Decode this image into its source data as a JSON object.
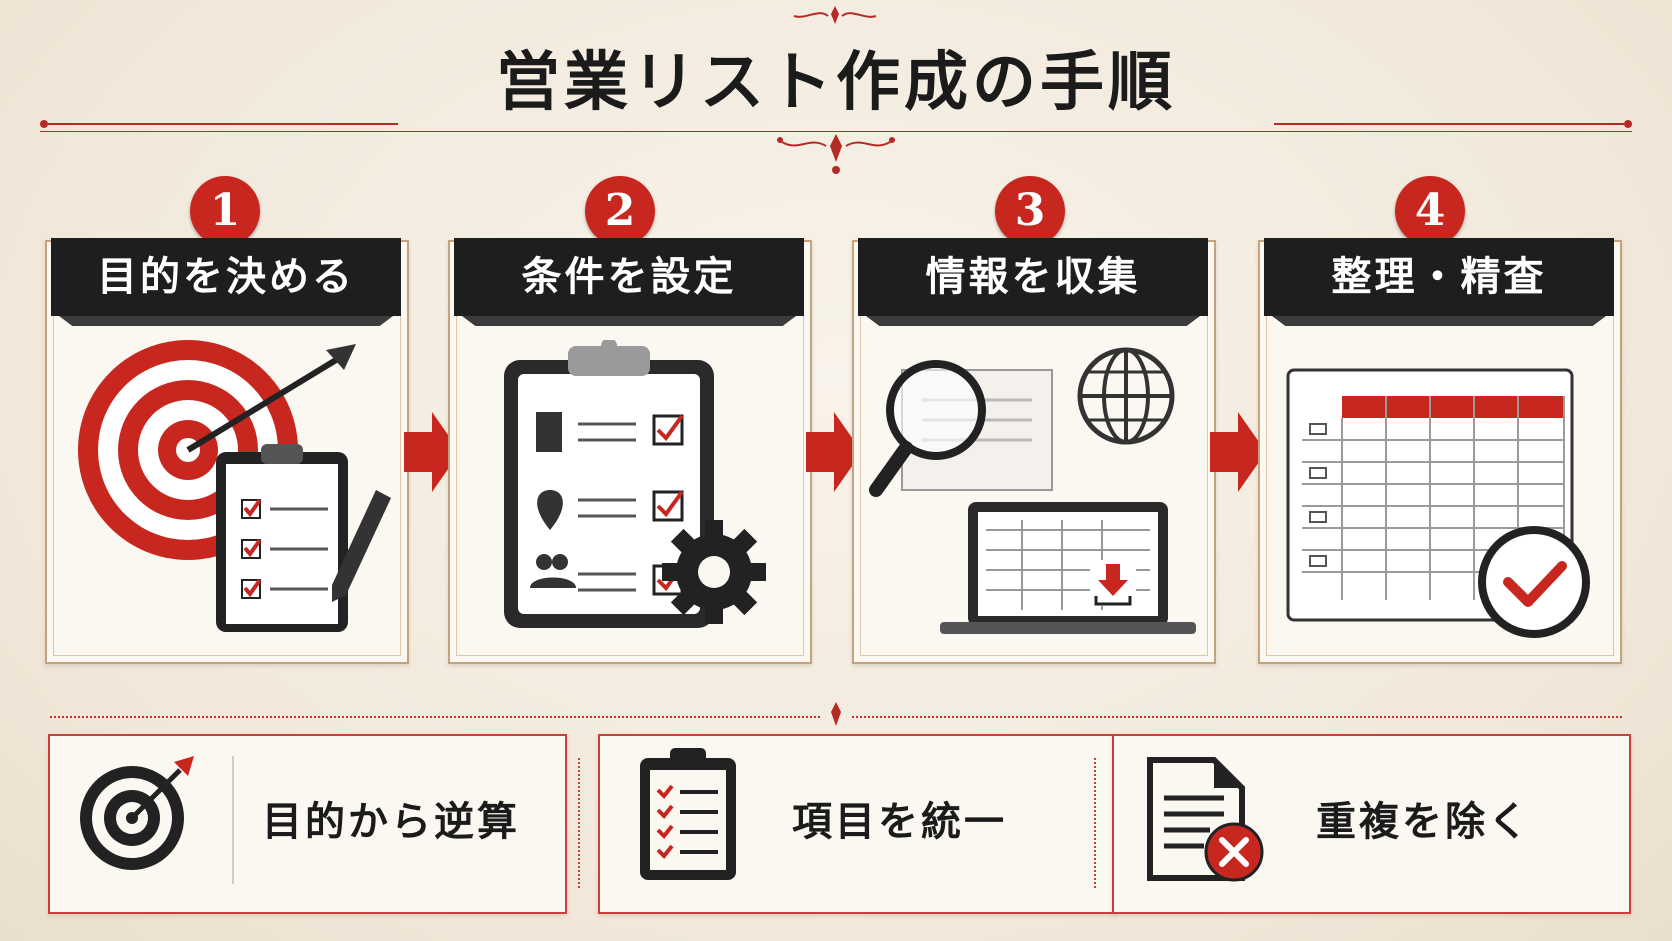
{
  "title": "営業リスト作成の手順",
  "steps": [
    {
      "number": "1",
      "label": "目的を決める",
      "icon": "target-with-checklist-icon"
    },
    {
      "number": "2",
      "label": "条件を設定",
      "icon": "clipboard-settings-icon"
    },
    {
      "number": "3",
      "label": "情報を収集",
      "icon": "search-web-download-icon"
    },
    {
      "number": "4",
      "label": "整理・精査",
      "icon": "spreadsheet-check-icon"
    }
  ],
  "tips": [
    {
      "label": "目的から逆算",
      "icon": "target-icon"
    },
    {
      "label": "項目を統一",
      "icon": "checklist-clipboard-icon"
    },
    {
      "label": "重複を除く",
      "icon": "document-remove-icon"
    }
  ],
  "colors": {
    "accent": "#c8271f",
    "dark": "#1e1e1e",
    "background": "#f3ece0"
  }
}
